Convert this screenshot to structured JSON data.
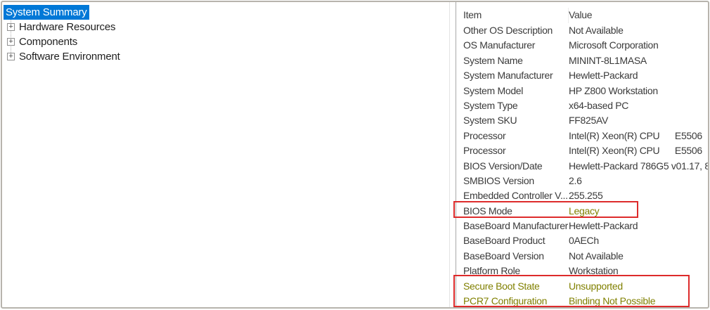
{
  "tree": {
    "items": [
      {
        "label": "System Summary",
        "selected": true,
        "expandable": false
      },
      {
        "label": "Hardware Resources",
        "selected": false,
        "expandable": true
      },
      {
        "label": "Components",
        "selected": false,
        "expandable": true
      },
      {
        "label": "Software Environment",
        "selected": false,
        "expandable": true
      }
    ],
    "expand_glyph": "+"
  },
  "table": {
    "columns": [
      "Item",
      "Value"
    ],
    "rows": [
      {
        "item": "Other OS Description",
        "value": "Not Available"
      },
      {
        "item": "OS Manufacturer",
        "value": "Microsoft Corporation"
      },
      {
        "item": "System Name",
        "value": "MININT-8L1MASA"
      },
      {
        "item": "System Manufacturer",
        "value": "Hewlett-Packard"
      },
      {
        "item": "System Model",
        "value": "HP Z800 Workstation"
      },
      {
        "item": "System Type",
        "value": "x64-based PC"
      },
      {
        "item": "System SKU",
        "value": "FF825AV"
      },
      {
        "item": "Processor",
        "value": "Intel(R) Xeon(R) CPU      E5506"
      },
      {
        "item": "Processor",
        "value": "Intel(R) Xeon(R) CPU      E5506"
      },
      {
        "item": "BIOS Version/Date",
        "value": "Hewlett-Packard 786G5 v01.17, 8/"
      },
      {
        "item": "SMBIOS Version",
        "value": "2.6"
      },
      {
        "item": "Embedded Controller V...",
        "value": "255.255"
      },
      {
        "item": "BIOS Mode",
        "value": "Legacy",
        "emphasis": "value"
      },
      {
        "item": "BaseBoard Manufacturer",
        "value": "Hewlett-Packard"
      },
      {
        "item": "BaseBoard Product",
        "value": "0AECh"
      },
      {
        "item": "BaseBoard Version",
        "value": "Not Available"
      },
      {
        "item": "Platform Role",
        "value": "Workstation"
      },
      {
        "item": "Secure Boot State",
        "value": "Unsupported",
        "emphasis": "row"
      },
      {
        "item": "PCR7 Configuration",
        "value": "Binding Not Possible",
        "emphasis": "row"
      }
    ]
  },
  "annotations": {
    "highlight_color": "#dd2b2b",
    "emphasis_text_color": "#808000",
    "boxes": [
      {
        "name": "bios-mode-highlight",
        "rows": [
          "BIOS Mode"
        ]
      },
      {
        "name": "secure-boot-highlight",
        "rows": [
          "Secure Boot State",
          "PCR7 Configuration"
        ]
      }
    ]
  },
  "colors": {
    "selection_bg": "#0078d7",
    "selection_text": "#ffffff"
  }
}
